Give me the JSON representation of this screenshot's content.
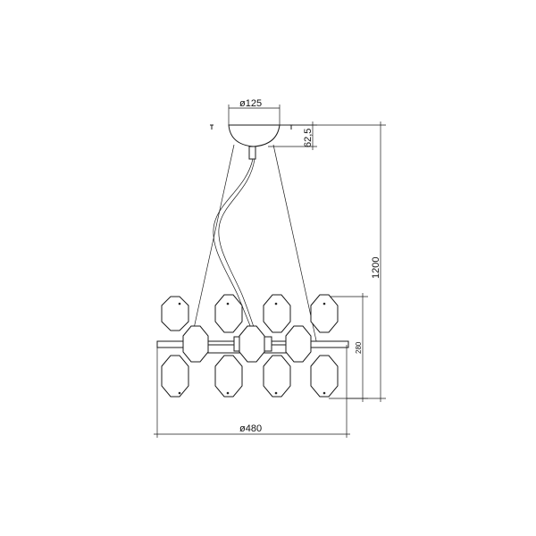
{
  "dimensions": {
    "canopy_diameter": "ø125",
    "canopy_height": "62,5",
    "overall_height": "1200",
    "fixture_height": "280",
    "fixture_diameter": "ø480"
  },
  "colors": {
    "line": "#1a1a1a",
    "background": "#ffffff"
  }
}
